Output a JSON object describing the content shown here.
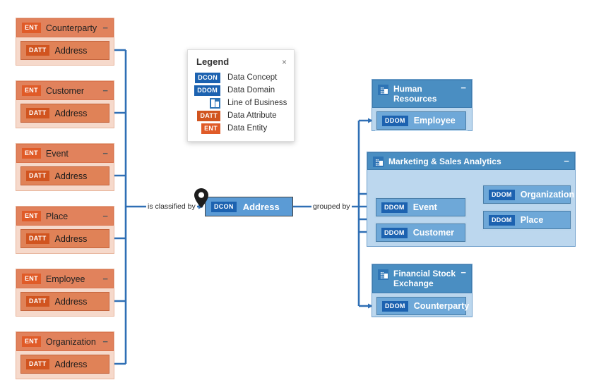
{
  "canvas": {
    "background": "#ffffff",
    "colors": {
      "entity_header": "#e1825c",
      "entity_card": "#f6d9cb",
      "attribute": "#e08257",
      "concept_blue": "#5b9bd5",
      "domain_blue": "#6ea8d8",
      "lob_header": "#4a8ec2",
      "lob_body": "#bcd7ee",
      "edge": "#2f6fb5",
      "badge_orange": "#e05b28",
      "badge_blue": "#1c62b0"
    }
  },
  "legend": {
    "title": "Legend",
    "close_label": "×",
    "items": [
      {
        "badge": "DCON",
        "badge_type": "pill-dcon",
        "label": "Data Concept"
      },
      {
        "badge": "DDOM",
        "badge_type": "pill-ddom",
        "label": "Data Domain"
      },
      {
        "badge": "",
        "badge_type": "icon",
        "label": "Line of Business"
      },
      {
        "badge": "DATT",
        "badge_type": "pill-datt",
        "label": "Data Attribute"
      },
      {
        "badge": "ENT",
        "badge_type": "pill-ent",
        "label": "Data Entity"
      }
    ]
  },
  "center_node": {
    "badge": "DCON",
    "title": "Address",
    "marker_icon": "location-pin-icon"
  },
  "edge_labels": {
    "left": "is classified by",
    "right": "grouped by"
  },
  "entities": [
    {
      "badge": "ENT",
      "title": "Counterparty",
      "collapse": "−",
      "attribute": {
        "badge": "DATT",
        "title": "Address"
      }
    },
    {
      "badge": "ENT",
      "title": "Customer",
      "collapse": "−",
      "attribute": {
        "badge": "DATT",
        "title": "Address"
      }
    },
    {
      "badge": "ENT",
      "title": "Event",
      "collapse": "−",
      "attribute": {
        "badge": "DATT",
        "title": "Address"
      }
    },
    {
      "badge": "ENT",
      "title": "Place",
      "collapse": "−",
      "attribute": {
        "badge": "DATT",
        "title": "Address"
      }
    },
    {
      "badge": "ENT",
      "title": "Employee",
      "collapse": "−",
      "attribute": {
        "badge": "DATT",
        "title": "Address"
      }
    },
    {
      "badge": "ENT",
      "title": "Organization",
      "collapse": "−",
      "attribute": {
        "badge": "DATT",
        "title": "Address"
      }
    }
  ],
  "lines_of_business": [
    {
      "name": "Human Resources",
      "icon": "line-of-business-icon",
      "collapse": "−",
      "domains": [
        {
          "badge": "DDOM",
          "title": "Employee"
        }
      ]
    },
    {
      "name": "Marketing & Sales Analytics",
      "icon": "line-of-business-icon",
      "collapse": "−",
      "domains": [
        {
          "badge": "DDOM",
          "title": "Organization"
        },
        {
          "badge": "DDOM",
          "title": "Event"
        },
        {
          "badge": "DDOM",
          "title": "Place"
        },
        {
          "badge": "DDOM",
          "title": "Customer"
        }
      ]
    },
    {
      "name": "Financial Stock Exchange",
      "icon": "line-of-business-icon",
      "collapse": "−",
      "domains": [
        {
          "badge": "DDOM",
          "title": "Counterparty"
        }
      ]
    }
  ]
}
